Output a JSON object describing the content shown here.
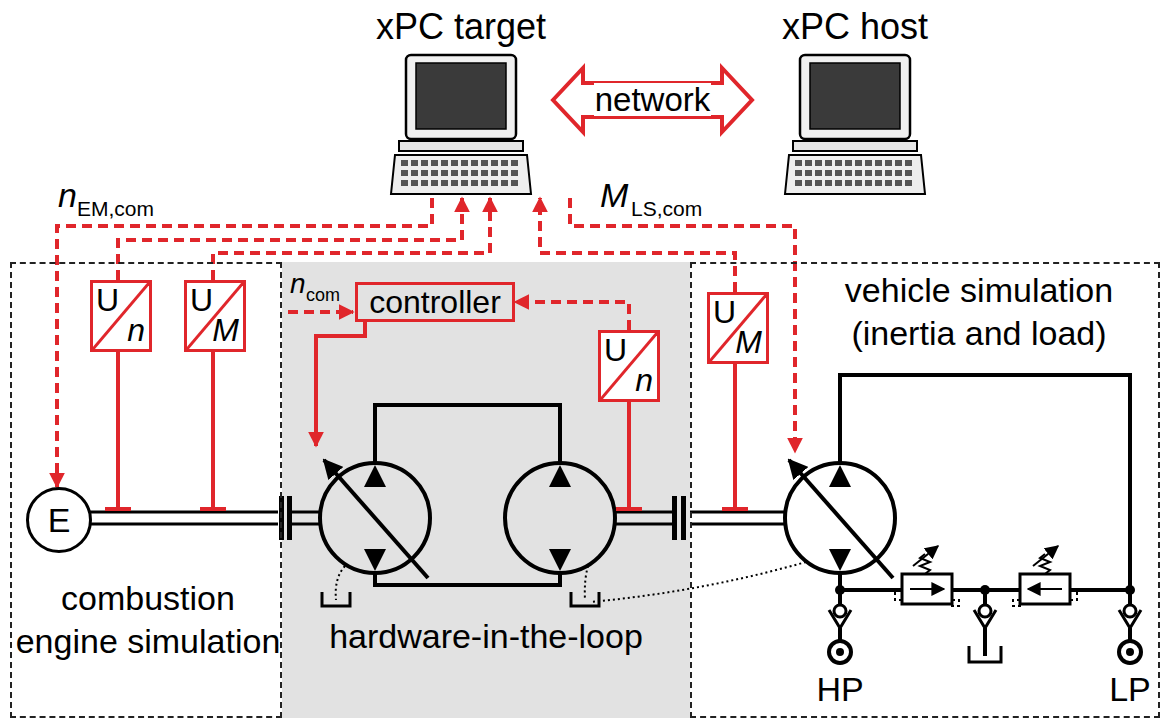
{
  "diagram": {
    "nodes": [
      {
        "text": [
          "xPC target"
        ]
      },
      {
        "text": [
          "xPC host"
        ]
      },
      {
        "text": [
          "combustion engine simulation"
        ]
      },
      {
        "text": [
          "U",
          "n"
        ],
        "in": 2
      },
      {
        "text": [
          "U",
          "M"
        ],
        "in": 2
      },
      {
        "text": [
          "E"
        ],
        "in": 2
      },
      {
        "text": [
          "hardware-in-the-loop"
        ]
      },
      {
        "text": [
          "controller"
        ],
        "in": 6
      },
      {
        "text": [
          "U",
          "n"
        ],
        "in": 6
      },
      {
        "text": [
          "vehicle simulation (inertia and load)"
        ]
      },
      {
        "text": [
          "U",
          "M"
        ],
        "in": 9
      }
    ],
    "edges": [
      {
        "from": 0,
        "to": 1,
        "label": "network",
        "arrow": "both"
      },
      {
        "from": 0,
        "to": 5,
        "arrow": "to"
      },
      {
        "from": 3,
        "to": 0,
        "arrow": "to"
      },
      {
        "from": 4,
        "to": 0,
        "arrow": "to"
      },
      {
        "from": 10,
        "to": 0,
        "arrow": "to"
      },
      {
        "from": 8,
        "to": 7,
        "arrow": "to"
      }
    ],
    "labels": [
      "n",
      "EM,com",
      "M",
      "LS,com",
      "n",
      "com",
      "HP",
      "LP"
    ]
  }
}
